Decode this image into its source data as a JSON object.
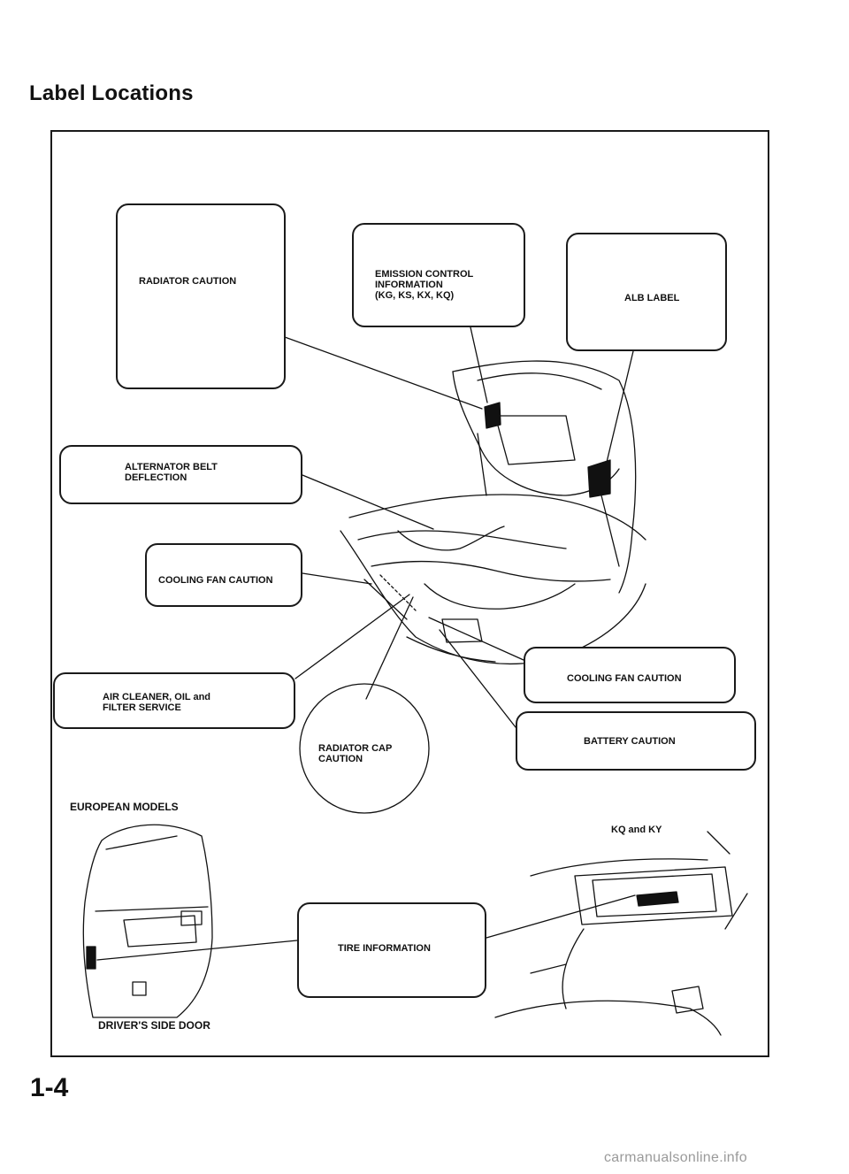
{
  "page": {
    "title": "Label Locations",
    "page_number": "1-4",
    "watermark": "carmanualsonline.info"
  },
  "labels": {
    "radiator_caution": "RADIATOR CAUTION",
    "emission_control": "EMISSION CONTROL\nINFORMATION\n(KG, KS, KX, KQ)",
    "alb_label": "ALB LABEL",
    "alternator_belt": "ALTERNATOR BELT\nDEFLECTION",
    "cooling_fan_left": "COOLING FAN CAUTION",
    "air_cleaner": "AIR CLEANER, OIL and\nFILTER SERVICE",
    "radiator_cap": "RADIATOR CAP\nCAUTION",
    "cooling_fan_right": "COOLING FAN CAUTION",
    "battery_caution": "BATTERY CAUTION",
    "tire_information": "TIRE INFORMATION"
  },
  "captions": {
    "european_models": "EUROPEAN MODELS",
    "kq_ky": "KQ and KY",
    "drivers_door": "DRIVER'S SIDE DOOR"
  }
}
